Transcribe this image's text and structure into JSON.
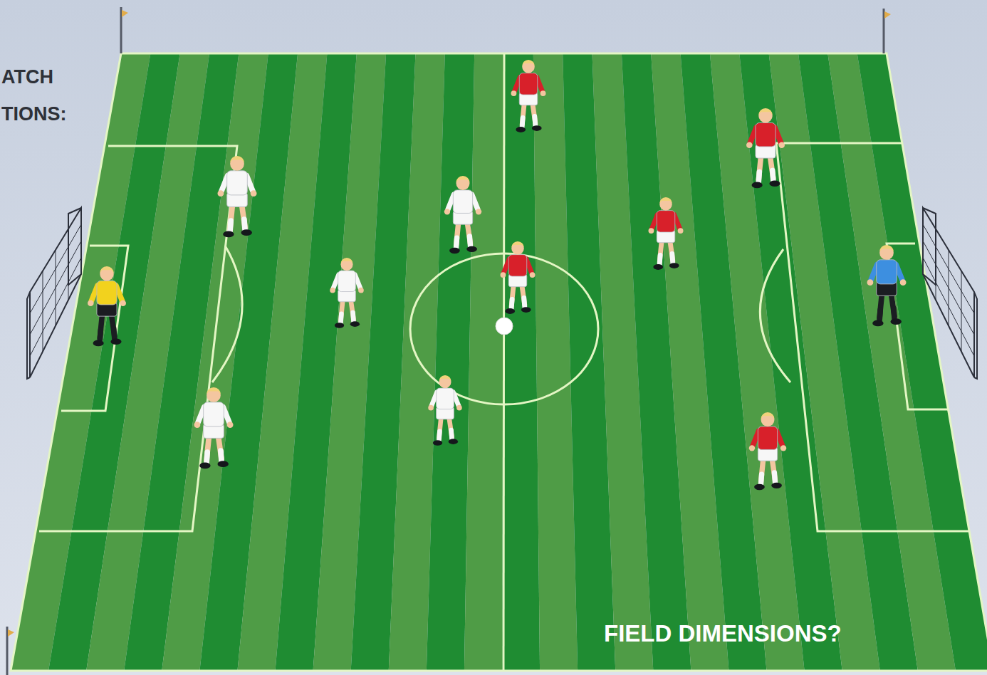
{
  "diagram": {
    "labels": [
      "ATCH",
      "TIONS:",
      "FIELD DIMENSIONS?"
    ]
  }
}
